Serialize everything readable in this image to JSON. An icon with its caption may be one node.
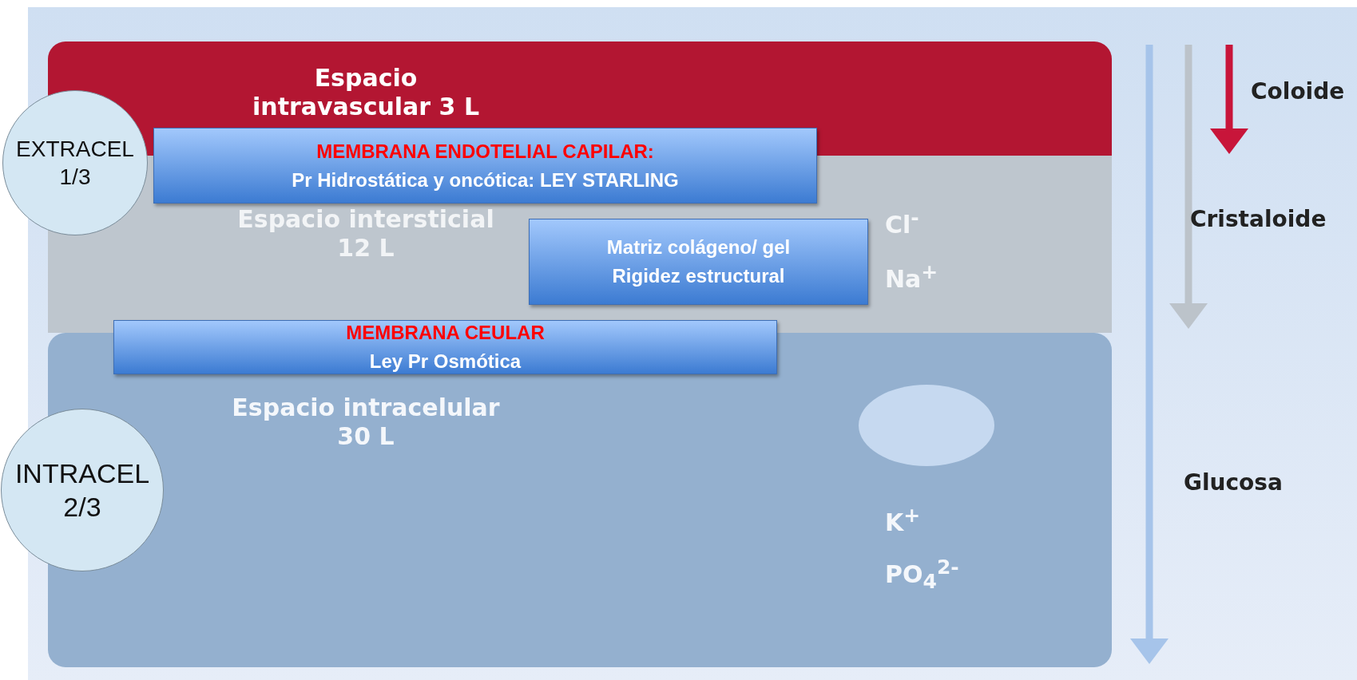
{
  "diagram": {
    "nodes": [
      {
        "text": [
          "Espacio intravascular 3 L"
        ]
      },
      {
        "text": [
          "Espacio intersticial 12 L"
        ]
      },
      {
        "text": [
          "Espacio intracelular 30 L"
        ]
      },
      {
        "text": [
          "MEMBRANA ENDOTELIAL CAPILAR:",
          "Pr Hidrostática y oncótica: LEY STARLING"
        ]
      },
      {
        "text": [
          "Matriz colágeno/ gel Rigidez estructural"
        ],
        "in": 1
      },
      {
        "text": [
          "MEMBRANA CEULAR",
          "Ley Pr Osmótica"
        ]
      },
      {
        "text": [
          "EXTRACEL 1/3"
        ]
      },
      {
        "text": [
          "INTRACEL 2/3"
        ]
      },
      {
        "text": [],
        "shape": "ellipse",
        "in": 2
      }
    ],
    "edges": [],
    "labels": [
      "Coloide",
      "Cl$^{-}$",
      "Cristaloide",
      "Na$^{+}$",
      "K$^{+}$",
      "PO$_{4}$$^{2-}$",
      "Glucosa"
    ]
  }
}
